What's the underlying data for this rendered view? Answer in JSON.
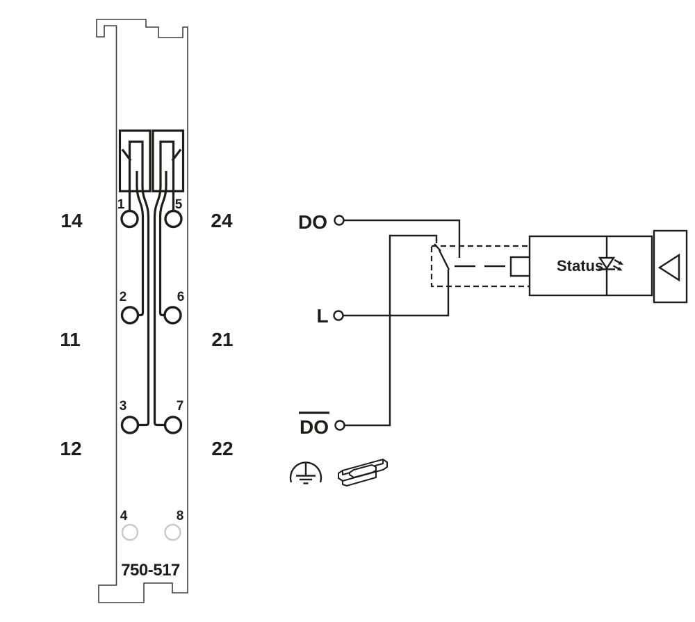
{
  "module": {
    "part_number": "750-517",
    "left_labels": [
      "14",
      "11",
      "12"
    ],
    "right_labels": [
      "24",
      "21",
      "22"
    ],
    "terminal_numbers": [
      "1",
      "5",
      "2",
      "6",
      "3",
      "7",
      "4",
      "8"
    ]
  },
  "circuit": {
    "do_label": "DO",
    "l_label": "L",
    "do_not_label": "DO",
    "status_label": "Status"
  },
  "icons": {
    "ground": "earth-ground-icon",
    "din_rail": "din-rail-icon",
    "status_led": "led-diode-icon",
    "bus_interface": "data-bus-triangle-icon",
    "clamp": "cage-clamp-icon"
  },
  "colors": {
    "background": "#ffffff",
    "line": "#1d1d1b",
    "module_outline": "#3f3f3f",
    "inactive_terminal": "#c8c8c8"
  }
}
